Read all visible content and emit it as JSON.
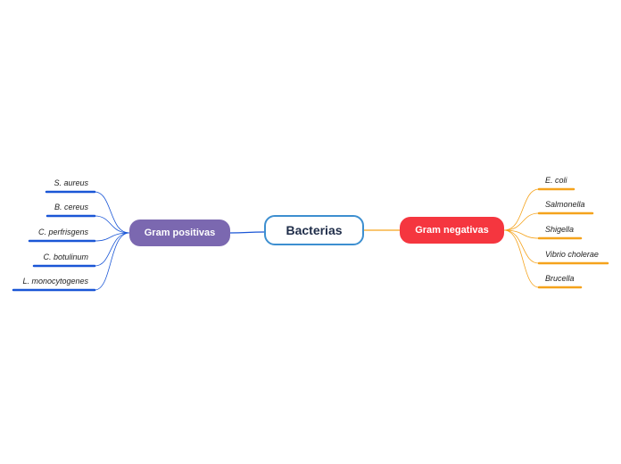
{
  "central": {
    "label": "Bacterias",
    "border_color": "#3d8fd0"
  },
  "left_branch": {
    "label": "Gram positivas",
    "color": "#7b68b0",
    "line_color": "#1a56d6",
    "leaves": [
      {
        "label": "S. aureus"
      },
      {
        "label": "B. cereus"
      },
      {
        "label": "C. perfrisgens"
      },
      {
        "label": "C. botulinum"
      },
      {
        "label": "L. monocytogenes"
      }
    ]
  },
  "right_branch": {
    "label": "Gram negativas",
    "color": "#f5363f",
    "line_color": "#f5a31c",
    "leaves": [
      {
        "label": "E. coli"
      },
      {
        "label": "Salmonella"
      },
      {
        "label": "Shigella"
      },
      {
        "label": "Vibrio cholerae"
      },
      {
        "label": "Brucella"
      }
    ]
  }
}
